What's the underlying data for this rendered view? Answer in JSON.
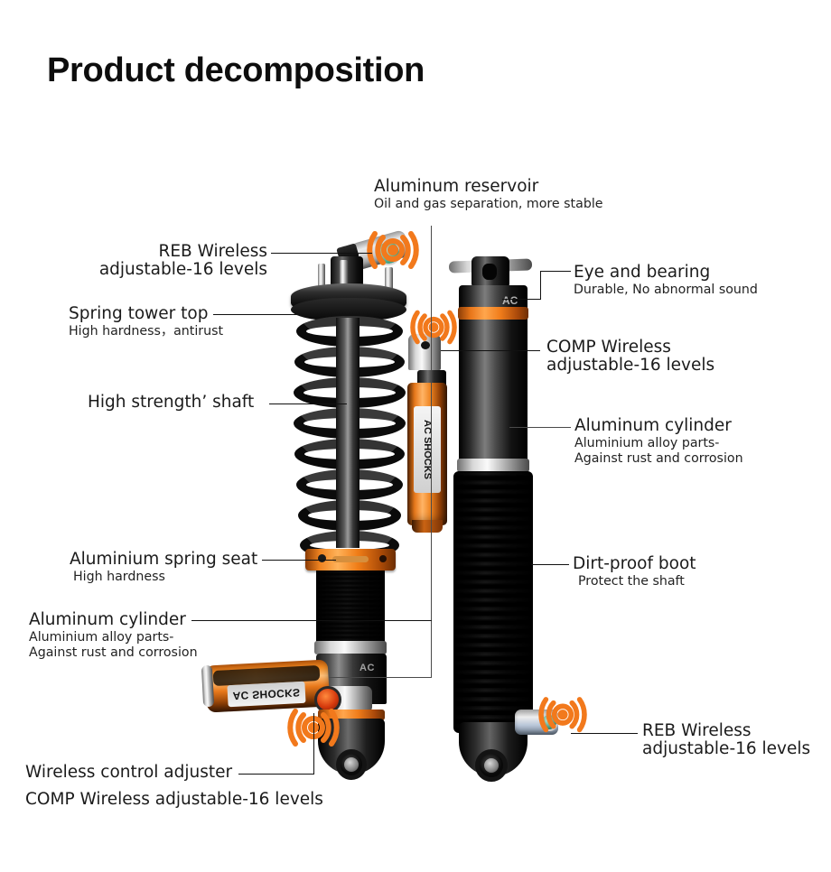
{
  "page": {
    "title": "Product decomposition",
    "background_color": "#ffffff",
    "accent_color": "#F2791C",
    "text_color": "#1b1b1b"
  },
  "callouts": [
    {
      "id": "aluminum-reservoir",
      "heading": "Aluminum reservoir",
      "sub": "Oil and gas separation, more stable",
      "side": "top"
    },
    {
      "id": "reb-wireless-left",
      "heading_line1": "REB Wireless",
      "heading_line2": "adjustable-16 levels",
      "side": "left"
    },
    {
      "id": "spring-tower-top",
      "heading": "Spring tower top",
      "sub": "High hardness，antirust",
      "side": "left"
    },
    {
      "id": "high-strength-shaft",
      "heading": "High strength’ shaft",
      "side": "left"
    },
    {
      "id": "aluminium-spring-seat",
      "heading": "Aluminium spring seat",
      "sub": "High hardness",
      "side": "left"
    },
    {
      "id": "aluminum-cylinder-left",
      "heading": "Aluminum cylinder",
      "sub1": "Aluminium alloy parts-",
      "sub2": "Against rust and corrosion",
      "side": "left"
    },
    {
      "id": "wireless-control-adjuster",
      "heading": "Wireless control adjuster",
      "sub": "COMP Wireless adjustable-16 levels",
      "side": "bottom-left"
    },
    {
      "id": "eye-and-bearing",
      "heading": "Eye and bearing",
      "sub": "Durable, No abnormal sound",
      "side": "right"
    },
    {
      "id": "comp-wireless-right",
      "heading_line1": "COMP Wireless",
      "heading_line2": "adjustable-16 levels",
      "side": "right"
    },
    {
      "id": "aluminum-cylinder-right",
      "heading": "Aluminum cylinder",
      "sub1": "Aluminium alloy parts-",
      "sub2": "Against rust and corrosion",
      "side": "right"
    },
    {
      "id": "dirt-proof-boot",
      "heading": "Dirt-proof boot",
      "sub": "Protect the shaft",
      "side": "right"
    },
    {
      "id": "reb-wireless-right",
      "heading_line1": "REB Wireless",
      "heading_line2": "adjustable-16 levels",
      "side": "right"
    }
  ],
  "products": {
    "left": {
      "name": "coilover-shock-absorber",
      "brand_text": "AC SHOCKS",
      "parts": [
        "reb-adjuster-knob",
        "spring-tower-top-plate",
        "coil-spring",
        "shaft",
        "aluminium-spring-seat",
        "threaded-cylinder",
        "clamp-ring",
        "piggyback-reservoir",
        "comp-adjuster-knob",
        "bottom-eye-mount"
      ]
    },
    "right": {
      "name": "shock-absorber-with-boot",
      "brand_text": "AC",
      "parts": [
        "top-eye-and-bearing",
        "aluminum-cylinder",
        "orange-band",
        "clamp-ring",
        "dirt-proof-boot",
        "bottom-eye-mount",
        "reb-adjuster-knob"
      ]
    },
    "reservoir": {
      "name": "aluminum-reservoir",
      "brand_text": "AC SHOCKS"
    }
  },
  "icons": {
    "wireless_signal": "wireless-signal-icon",
    "count": 4
  }
}
